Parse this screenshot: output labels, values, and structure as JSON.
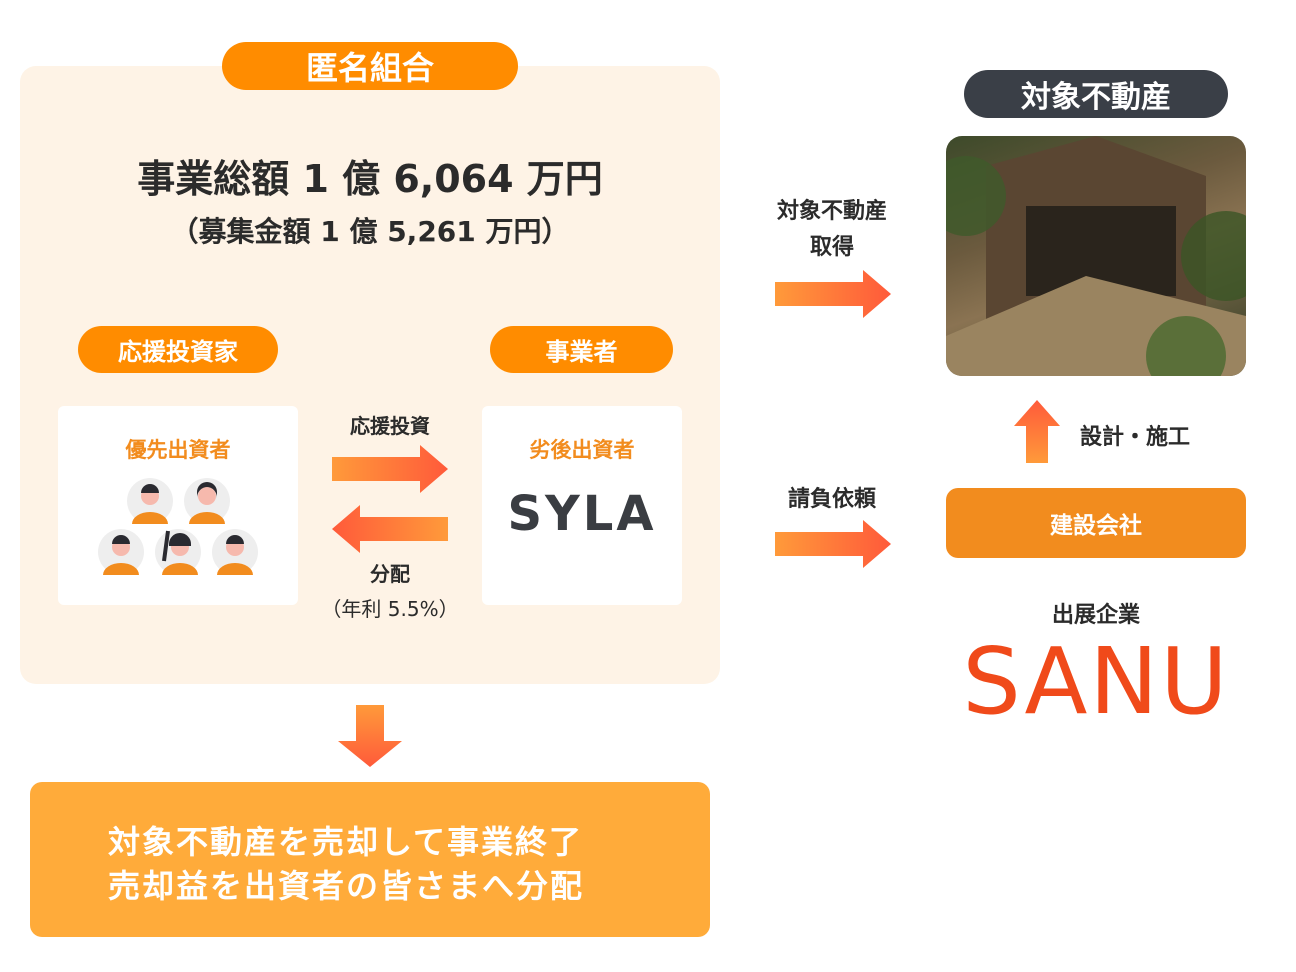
{
  "scheme": {
    "title": "匿名組合",
    "total_line": "事業総額 1 億 6,064 万円",
    "raise_line": "（募集金額 1 億 5,261 万円）",
    "investors_pill": "応援投資家",
    "operator_pill": "事業者",
    "senior_label": "優先出資者",
    "junior_label": "劣後出資者",
    "junior_logo": "SYLA",
    "invest_label": "応援投資",
    "dist_label": "分配",
    "dist_rate": "（年利 5.5%）"
  },
  "exit": {
    "line1": "対象不動産を売却して事業終了",
    "line2": "売却益を出資者の皆さまへ分配"
  },
  "property": {
    "title": "対象不動産",
    "acquire_1": "対象不動産",
    "acquire_2": "取得",
    "order_label": "請負依頼",
    "build_label": "設計・施工",
    "builder": "建設会社",
    "exhibitor_label": "出展企業",
    "exhibitor_logo": "SANU"
  },
  "colors": {
    "orange": "#ff8c00",
    "panel": "#fef3e6",
    "dark": "#3a3f47",
    "sanu": "#f04a1a"
  }
}
